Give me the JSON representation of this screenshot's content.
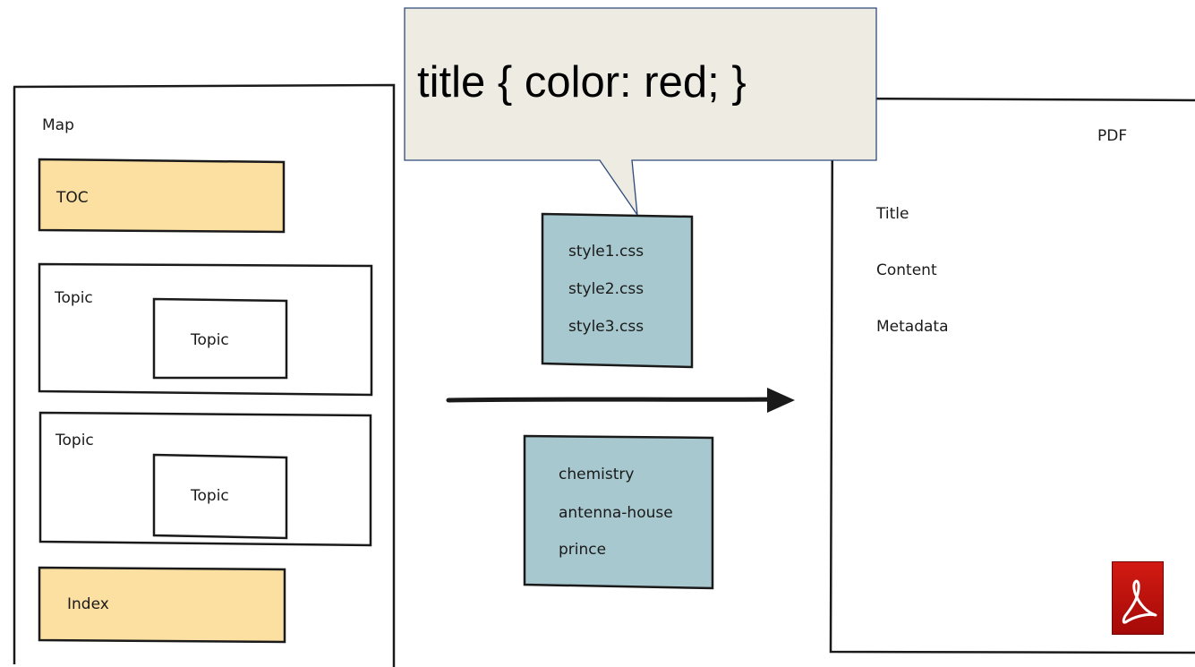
{
  "callout": {
    "text": "title { color: red; }"
  },
  "map_panel": {
    "title": "Map",
    "toc_label": "TOC",
    "topic_blocks": [
      {
        "outer_label": "Topic",
        "inner_label": "Topic"
      },
      {
        "outer_label": "Topic",
        "inner_label": "Topic"
      }
    ],
    "index_label": "Index"
  },
  "stylesheets": [
    "style1.css",
    "style2.css",
    "style3.css"
  ],
  "processors": [
    "chemistry",
    "antenna-house",
    "prince"
  ],
  "pdf_panel": {
    "title": "PDF",
    "fields": [
      "Title",
      "Content",
      "Metadata"
    ],
    "icon": "adobe-pdf-icon"
  },
  "colors": {
    "toc_fill": "#fbe0a2",
    "index_fill": "#fbe0a2",
    "style_fill": "#a7c8ce",
    "callout_fill": "#eeece2",
    "callout_border": "#2e4a7a",
    "pdf_icon": "#c4130e"
  }
}
